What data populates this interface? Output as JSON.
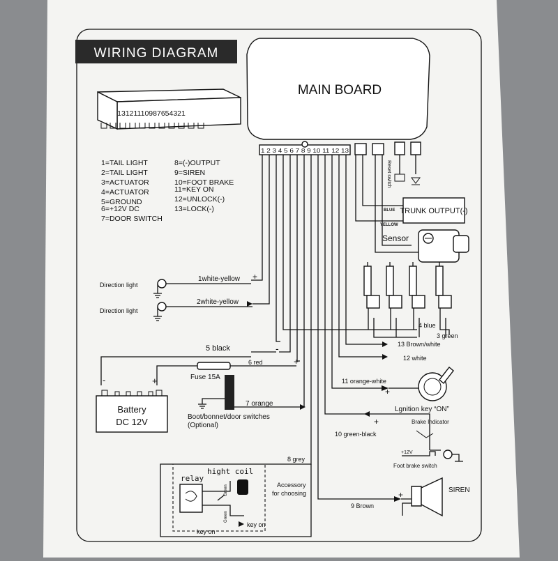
{
  "title": "WIRING DIAGRAM",
  "main_board": "MAIN BOARD",
  "connector_numbers": "13121110987654321",
  "header_pins": "1 2 3 4 5 6 7 8 9 10 11 12 13",
  "pin_legend_left": [
    "1=TAIL LIGHT",
    "2=TAIL LIGHT",
    "3=ACTUATOR",
    "4=ACTUATOR",
    "5=GROUND",
    "6=+12V DC",
    "7=DOOR SWITCH"
  ],
  "pin_legend_right": [
    "8=(-)OUTPUT",
    "9=SIREN",
    "10=FOOT BRAKE",
    "11=KEY ON",
    "12=UNLOCK(-)",
    "13=LOCK(-)"
  ],
  "reset_switch": "Reset switch",
  "trunk_output": "TRUNK OUTPUT(-)",
  "blue": "BLUE",
  "yellow": "YELLOW",
  "sensor": "Sensor",
  "direction_light": "Direction light",
  "wire1": "1white-yellow",
  "wire2": "2white-yellow",
  "wire5": "5 black",
  "wire6": "6 red",
  "fuse": "Fuse 15A",
  "battery_line1": "Battery",
  "battery_line2": "DC 12V",
  "wire7": "7 orange",
  "boot_line1": "Boot/bonnet/door switches",
  "boot_line2": "(Optional)",
  "wire4": "4 blue",
  "wire3": "3 green",
  "wire13": "13 Brown/white",
  "wire12": "12 white",
  "wire11": "11 orange-white",
  "ignition": "Lgnition key “ON”",
  "brake_indicator": "Brake Indicator",
  "wire10": "10 green-black",
  "plus12v": "+12V",
  "foot_brake_switch": "Foot brake switch",
  "siren": "SIREN",
  "wire9": "9 Brown",
  "wire8": "8 grey",
  "accessory_line1": "Accessory",
  "accessory_line2": "for choosing",
  "hight_coil": "hight coil",
  "relay": "relay",
  "green": "Green",
  "key_on": "key on",
  "plus": "+",
  "minus": "-"
}
